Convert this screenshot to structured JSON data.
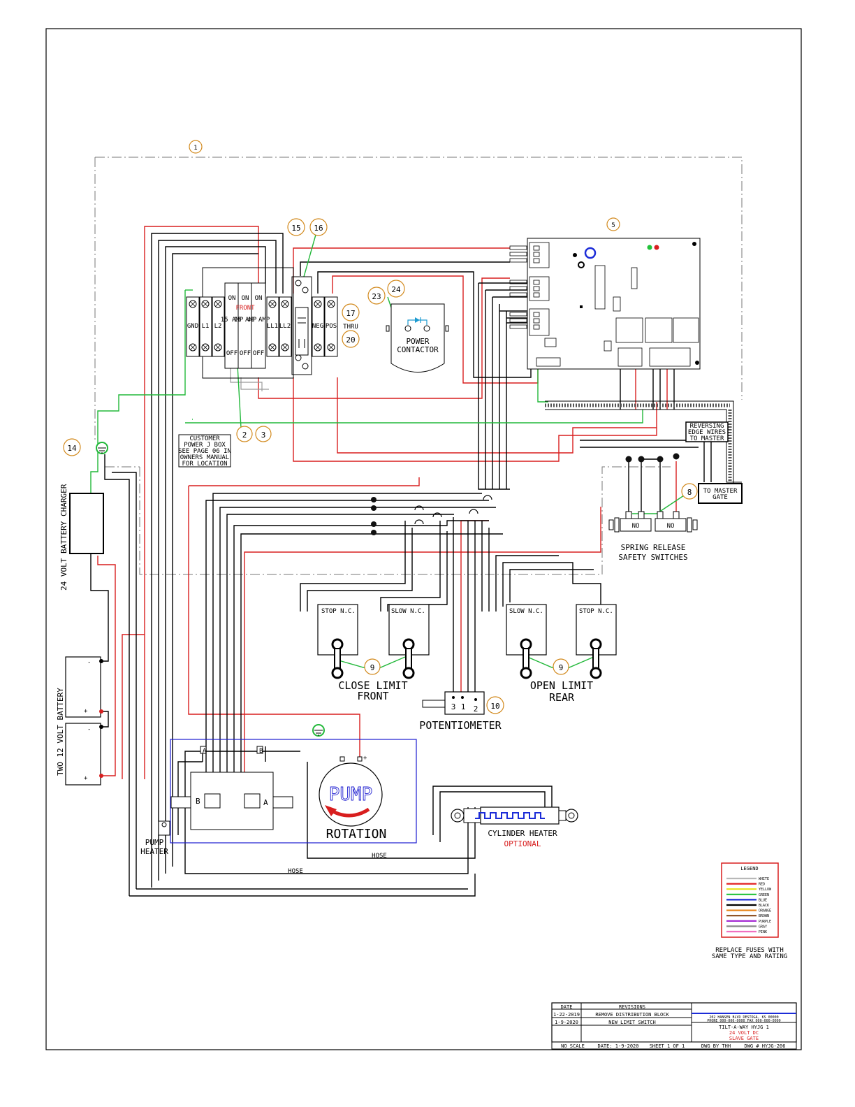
{
  "colors": {
    "red": "#d81e1e",
    "green": "#22b83a",
    "black": "#000000",
    "gray": "#9a9a9a",
    "blue": "#1c1cd0",
    "callout": "#d2891c"
  },
  "callouts": [
    "1",
    "2",
    "3",
    "5",
    "8",
    "9",
    "9",
    "10",
    "14",
    "15",
    "16",
    "17",
    "20",
    "23",
    "24"
  ],
  "callout_thru": "THRU",
  "breakers": {
    "on": [
      "ON",
      "ON",
      "ON"
    ],
    "amps": [
      "15 AMP",
      "15 AMP",
      "40 AMP"
    ],
    "off": [
      "OFF",
      "OFF",
      "OFF"
    ],
    "front": "FRONT"
  },
  "terminals": [
    "GND",
    "L1",
    "L2",
    "LL1",
    "LL2",
    "NEG",
    "POS"
  ],
  "customer_box": [
    "CUSTOMER",
    "POWER J BOX",
    "SEE PAGE 06 IN",
    "OWNERS MANUAL",
    "FOR LOCATION"
  ],
  "power_contactor": [
    "POWER",
    "CONTACTOR"
  ],
  "charger_label": "24 VOLT BATTERY CHARGER",
  "battery_label": "TWO 12 VOLT BATTERY",
  "battery_terminals": {
    "neg": "-",
    "pos": "+"
  },
  "reversing_edge": [
    "REVERSING",
    "EDGE WIRES",
    "TO MASTER"
  ],
  "to_master": [
    "TO MASTER",
    "GATE"
  ],
  "safety_switches": {
    "nos": [
      "NO",
      "NO"
    ],
    "label": [
      "SPRING RELEASE",
      "SAFETY SWITCHES"
    ]
  },
  "limit_switches": {
    "names": [
      "STOP N.C.",
      "SLOW N.C.",
      "SLOW N.C.",
      "STOP N.C."
    ],
    "close": [
      "CLOSE LIMIT",
      "FRONT"
    ],
    "open": [
      "OPEN LIMIT",
      "REAR"
    ]
  },
  "potentiometer": {
    "pins": [
      "3",
      "1",
      "2"
    ],
    "label": "POTENTIOMETER"
  },
  "pump": {
    "word": "PUMP",
    "rotation": "ROTATION",
    "ports": [
      "A",
      "B",
      "B",
      "A"
    ],
    "poles": [
      "-",
      "+"
    ]
  },
  "pump_heater": [
    "PUMP",
    "HEATER"
  ],
  "hose": [
    "HOSE",
    "HOSE"
  ],
  "cylinder_heater": {
    "label": "CYLINDER HEATER",
    "optional": "OPTIONAL"
  },
  "legend": {
    "title": "LEGEND",
    "items": [
      {
        "name": "WHITE",
        "color": "#b8b8b8"
      },
      {
        "name": "RED",
        "color": "#e21e1e"
      },
      {
        "name": "YELLOW",
        "color": "#e8e21a"
      },
      {
        "name": "GREEN",
        "color": "#22c23a"
      },
      {
        "name": "BLUE",
        "color": "#1c2cd8"
      },
      {
        "name": "BLACK",
        "color": "#000000"
      },
      {
        "name": "ORANGE",
        "color": "#e8861a"
      },
      {
        "name": "BROWN",
        "color": "#8a4a1a"
      },
      {
        "name": "PURPLE",
        "color": "#a020d0"
      },
      {
        "name": "GRAY",
        "color": "#8a8a8a"
      },
      {
        "name": "PINK",
        "color": "#f070c0"
      }
    ]
  },
  "fuse_note": [
    "REPLACE FUSES WITH",
    "SAME TYPE AND RATING"
  ],
  "title_block": {
    "date_header": "DATE",
    "revisions_header": "REVISIONS",
    "rows": [
      {
        "date": "1-22-2019",
        "rev": "REMOVE DISTRIBUTION BLOCK"
      },
      {
        "date": "1-9-2020",
        "rev": "NEW LIMIT SWITCH"
      }
    ],
    "company": [
      "202 HANSEN BLVD DESTOGA, KS 00000",
      "PHONE 000-000-0000 FAX 000-000-0000"
    ],
    "title": "TILT-A-WAY HYJG 1",
    "subtitle": [
      "24 VOLT DC",
      "SLAVE GATE"
    ],
    "scale": "NO SCALE",
    "date": "DATE: 1-9-2020",
    "sheet": "SHEET 1 OF 1",
    "drawn": "DWG BY THH",
    "dwg_no": "DWG # HYJG-206"
  }
}
